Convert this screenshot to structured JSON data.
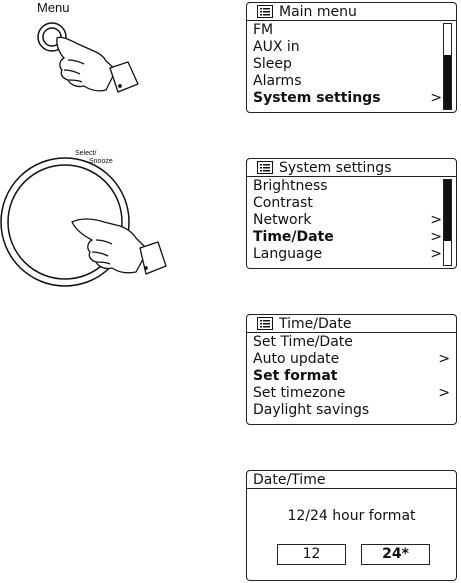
{
  "labels": {
    "menu": "Menu",
    "select_line1": "Select/",
    "select_line2": "Snooze"
  },
  "screens": {
    "main_menu": {
      "title": "Main menu",
      "items": [
        {
          "label": "FM",
          "arrow": ""
        },
        {
          "label": "AUX in",
          "arrow": ""
        },
        {
          "label": "Sleep",
          "arrow": ""
        },
        {
          "label": "Alarms",
          "arrow": ""
        },
        {
          "label": "System settings",
          "arrow": ">"
        }
      ],
      "selected": 4
    },
    "system_settings": {
      "title": "System settings",
      "items": [
        {
          "label": "Brightness",
          "arrow": ""
        },
        {
          "label": "Contrast",
          "arrow": ""
        },
        {
          "label": "Network",
          "arrow": ">"
        },
        {
          "label": "Time/Date",
          "arrow": ">"
        },
        {
          "label": "Language",
          "arrow": ">"
        }
      ],
      "selected": 3
    },
    "time_date": {
      "title": "Time/Date",
      "items": [
        {
          "label": "Set Time/Date",
          "arrow": ""
        },
        {
          "label": "Auto update",
          "arrow": ">"
        },
        {
          "label": "Set format",
          "arrow": ""
        },
        {
          "label": "Set timezone",
          "arrow": ">"
        },
        {
          "label": "Daylight savings",
          "arrow": ""
        }
      ],
      "selected": 2
    },
    "date_time": {
      "title": "Date/Time",
      "prompt": "12/24 hour format",
      "options": [
        "12",
        "24*"
      ],
      "selected": 1
    }
  }
}
